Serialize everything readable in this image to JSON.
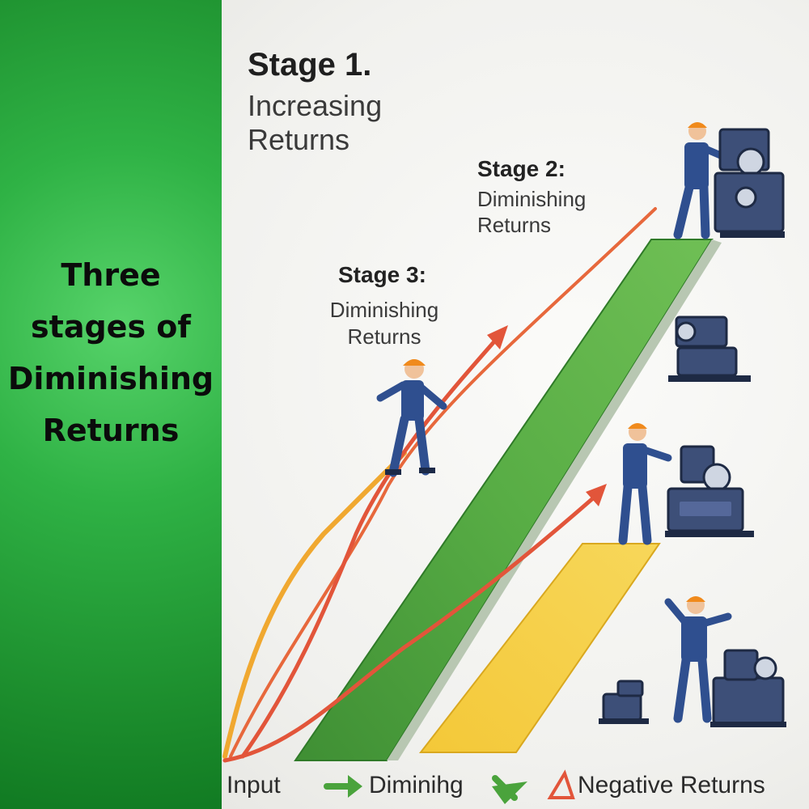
{
  "title": {
    "lines": [
      "Three",
      "stages of",
      "Diminishing",
      "Returns"
    ]
  },
  "stages": [
    {
      "heading": "Stage 1.",
      "subtitle_lines": [
        "Increasing",
        "Returns"
      ]
    },
    {
      "heading": "Stage 2:",
      "subtitle_lines": [
        "Diminishing",
        "Returns"
      ]
    },
    {
      "heading": "Stage 3:",
      "subtitle_lines": [
        "Diminishing",
        "Returns"
      ]
    }
  ],
  "legend": {
    "input": "Input",
    "diminishing": "Diminihg",
    "negative": "Negative Returns"
  },
  "colors": {
    "left_panel": "#2fb245",
    "green_ramp": "#4aa33c",
    "yellow_ramp": "#f2c233",
    "orange_curve": "#f0a030",
    "red_arrow": "#e2553a",
    "worker_blue": "#2f4f8f",
    "helmet": "#f08a1c",
    "machine": "#3d4f78"
  },
  "icons": [
    "worker-icon",
    "machine-icon",
    "green-arrow-icon",
    "red-triangle-icon"
  ]
}
